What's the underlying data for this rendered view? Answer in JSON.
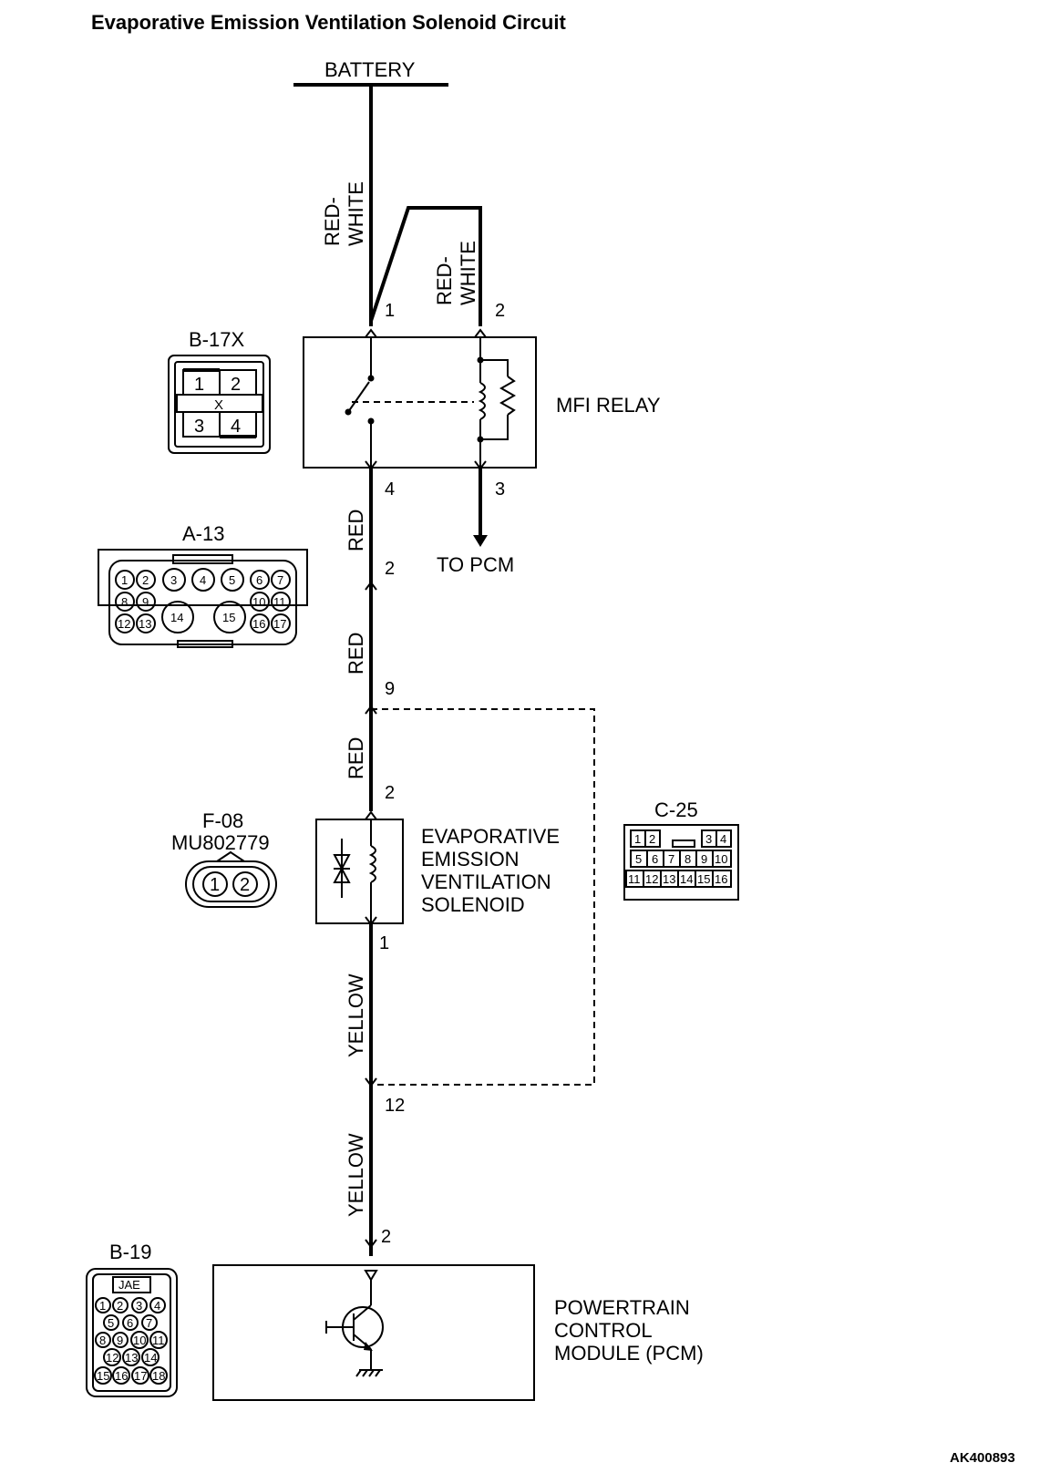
{
  "title": "Evaporative Emission Ventilation Solenoid Circuit",
  "battery": "BATTERY",
  "wires": {
    "red_white_a_1": "RED-",
    "red_white_a_2": "WHITE",
    "red_white_b_1": "RED-",
    "red_white_b_2": "WHITE",
    "red_1": "RED",
    "red_2": "RED",
    "red_3": "RED",
    "yellow_1": "YELLOW",
    "yellow_2": "YELLOW"
  },
  "relay": {
    "label": "MFI RELAY",
    "pin1": "1",
    "pin2": "2",
    "pin3": "3",
    "pin4": "4",
    "to_pcm": "TO PCM"
  },
  "junction_pins": {
    "a13_2": "2",
    "a13_9": "9",
    "c25_12": "12"
  },
  "solenoid": {
    "label1": "EVAPORATIVE",
    "label2": "EMISSION",
    "label3": "VENTILATION",
    "label4": "SOLENOID",
    "pin2": "2",
    "pin1": "1"
  },
  "pcm": {
    "label1": "POWERTRAIN",
    "label2": "CONTROL",
    "label3": "MODULE (PCM)",
    "pin": "2"
  },
  "connectors": {
    "b17x": {
      "name": "B-17X",
      "pins": [
        "1",
        "2",
        "X",
        "3",
        "4"
      ]
    },
    "a13": {
      "name": "A-13",
      "pins": [
        "1",
        "2",
        "3",
        "4",
        "5",
        "6",
        "7",
        "8",
        "9",
        "10",
        "11",
        "12",
        "13",
        "14",
        "15",
        "16",
        "17"
      ]
    },
    "f08": {
      "name": "F-08",
      "part": "MU802779",
      "pins": [
        "1",
        "2"
      ]
    },
    "c25": {
      "name": "C-25",
      "pins": [
        "1",
        "2",
        "3",
        "4",
        "5",
        "6",
        "7",
        "8",
        "9",
        "10",
        "11",
        "12",
        "13",
        "14",
        "15",
        "16"
      ]
    },
    "b19": {
      "name": "B-19",
      "tag": "JAE",
      "pins": [
        "1",
        "2",
        "3",
        "4",
        "5",
        "6",
        "7",
        "8",
        "9",
        "10",
        "11",
        "12",
        "13",
        "14",
        "15",
        "16",
        "17",
        "18"
      ]
    }
  },
  "figure_id": "AK400893"
}
